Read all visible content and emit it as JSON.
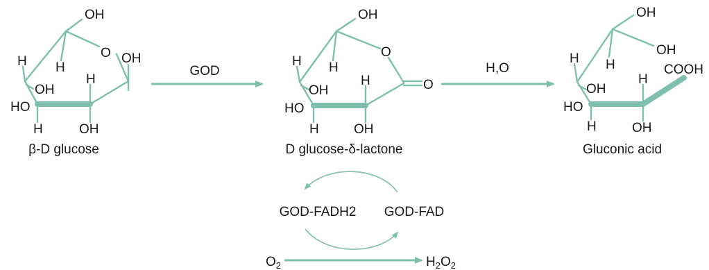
{
  "colors": {
    "bond": "#7fbfae",
    "text": "#1a1a1a",
    "background": "#ffffff"
  },
  "molecules": {
    "glucose": {
      "caption": "β-D glucose",
      "atoms": {
        "oh_top": "OH",
        "ring_o": "O",
        "oh_c1": "OH",
        "h_c5": "H",
        "h_c4": "H",
        "oh_c4": "OH",
        "h_c2": "H",
        "ho_c4": "HO",
        "h_c3": "H",
        "oh_c3": "OH"
      }
    },
    "lactone": {
      "caption": "D glucose-δ-lactone",
      "atoms": {
        "oh_top": "OH",
        "ring_o": "O",
        "carbonyl_o": "O",
        "h_c5": "H",
        "h_c4": "H",
        "oh_c4": "OH",
        "h_c2": "H",
        "ho_c4": "HO",
        "h_c3": "H",
        "oh_c3": "OH"
      }
    },
    "gluconic": {
      "caption": "Gluconic acid",
      "atoms": {
        "oh_top": "OH",
        "oh_c5": "OH",
        "cooh": "COOH",
        "h_c5": "H",
        "h_c4": "H",
        "oh_c4": "OH",
        "h_c2": "H",
        "ho_c4": "HO",
        "h_c3": "H",
        "oh_c3": "OH"
      }
    }
  },
  "arrows": {
    "god": "GOD",
    "water": "H,O"
  },
  "cofactors": {
    "reduced": "GOD-FADH2",
    "oxidized": "GOD-FAD"
  },
  "oxygen": {
    "reactant": "O",
    "reactant_sub": "2",
    "product_h": "H",
    "product_h_sub": "2",
    "product_o": "O",
    "product_o_sub": "2"
  }
}
